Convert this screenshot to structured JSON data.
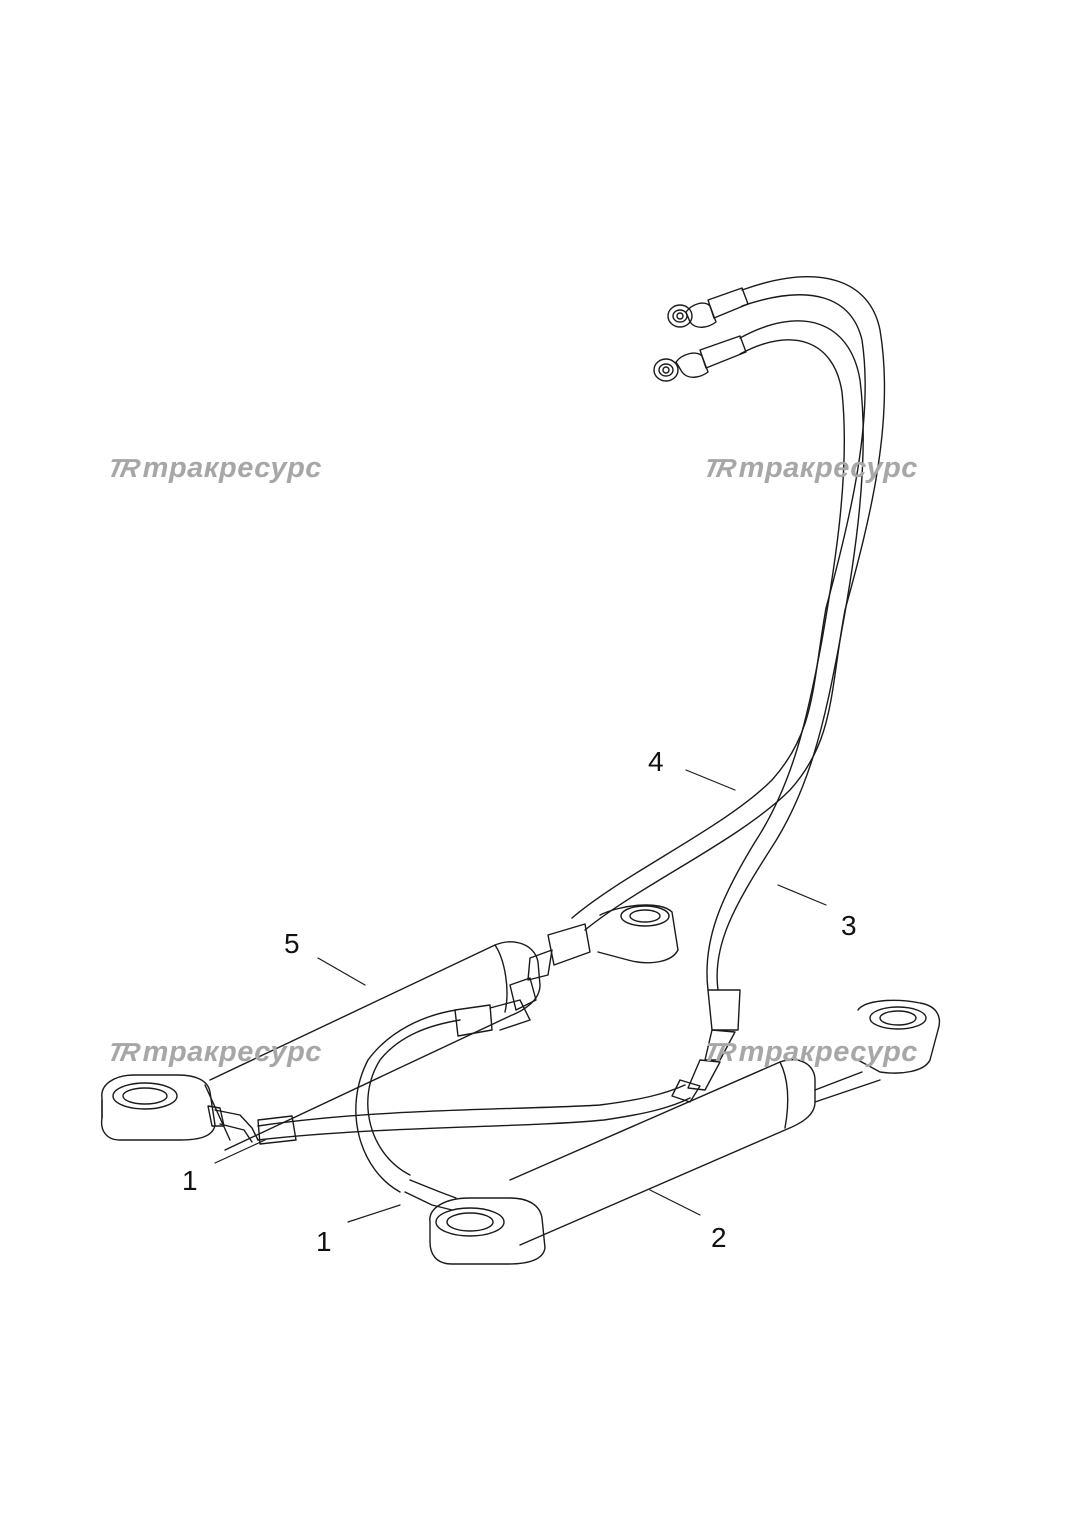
{
  "watermark": {
    "logo": "TR",
    "text": "тракресурс"
  },
  "callouts": [
    {
      "id": "c4",
      "label": "4"
    },
    {
      "id": "c3",
      "label": "3"
    },
    {
      "id": "c5",
      "label": "5"
    },
    {
      "id": "c1a",
      "label": "1"
    },
    {
      "id": "c1b",
      "label": "1"
    },
    {
      "id": "c2",
      "label": "2"
    }
  ]
}
